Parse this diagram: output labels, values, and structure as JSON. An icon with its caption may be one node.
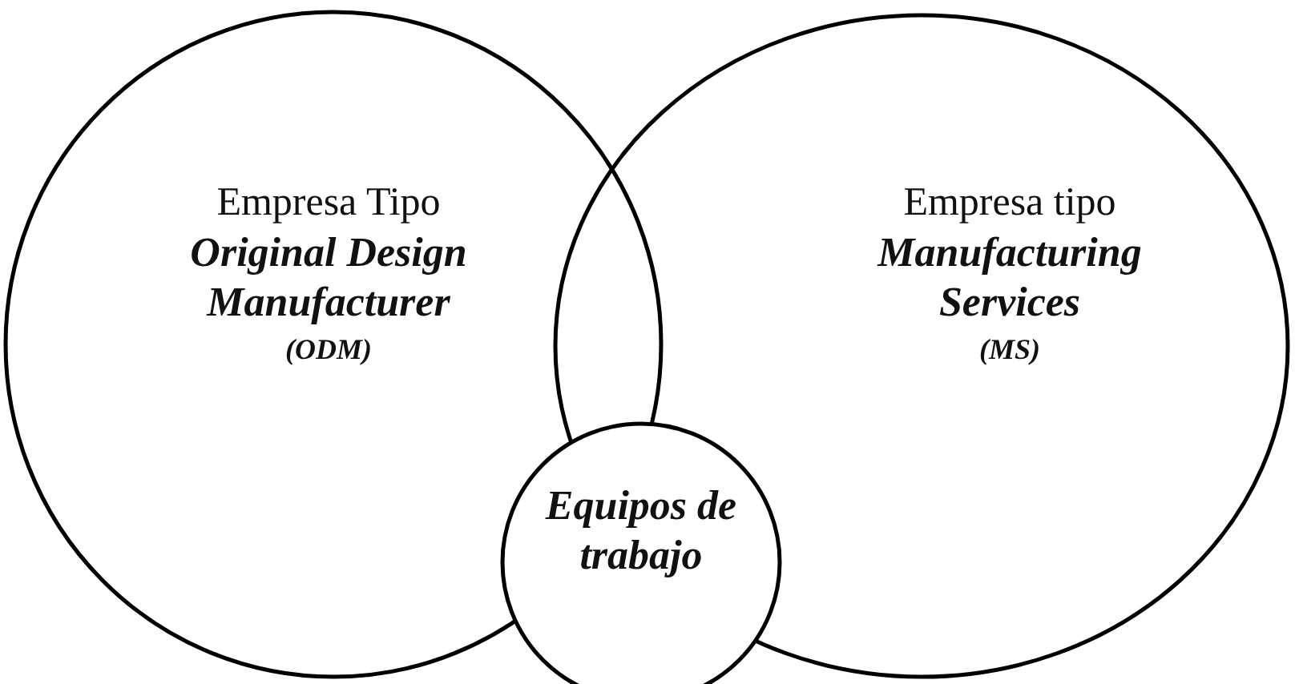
{
  "diagram": {
    "nodes": [
      {
        "text": [
          "Empresa Tipo",
          "Original Design Manufacturer",
          "(ODM)"
        ]
      },
      {
        "text": [
          "Empresa tipo",
          "Manufacturing Services",
          "(MS)"
        ]
      },
      {
        "text": [
          "Equipos de trabajo"
        ]
      }
    ]
  }
}
